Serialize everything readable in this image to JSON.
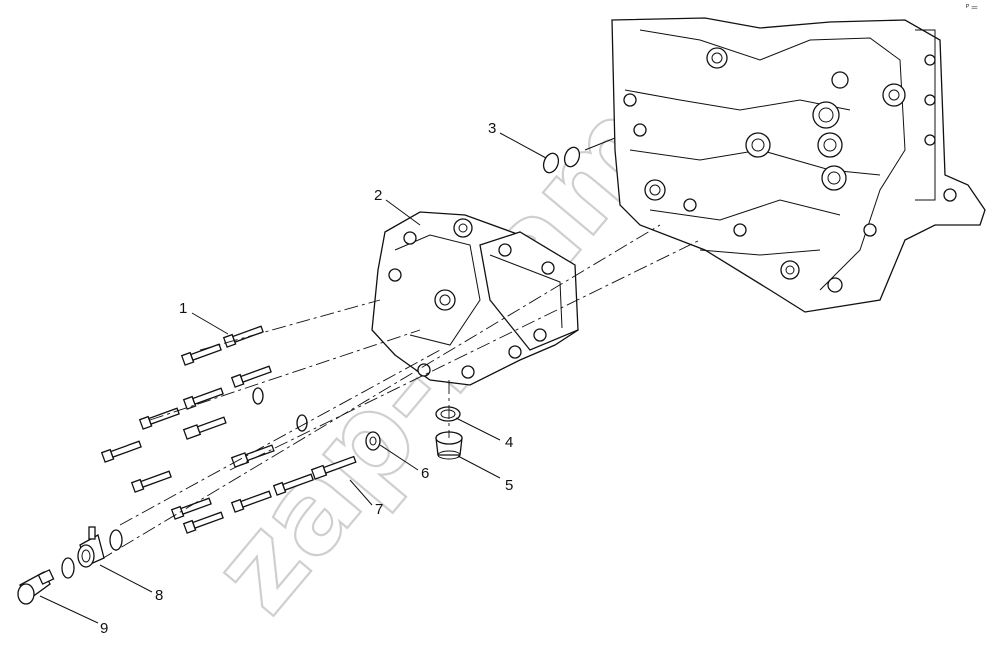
{
  "watermark": "zap-k.am",
  "corner_mark": "ᴾ ═",
  "callouts": [
    {
      "id": "1",
      "label": "1"
    },
    {
      "id": "2",
      "label": "2"
    },
    {
      "id": "3",
      "label": "3"
    },
    {
      "id": "4",
      "label": "4"
    },
    {
      "id": "5",
      "label": "5"
    },
    {
      "id": "6",
      "label": "6"
    },
    {
      "id": "7",
      "label": "7"
    },
    {
      "id": "8",
      "label": "8"
    },
    {
      "id": "9",
      "label": "9"
    }
  ]
}
